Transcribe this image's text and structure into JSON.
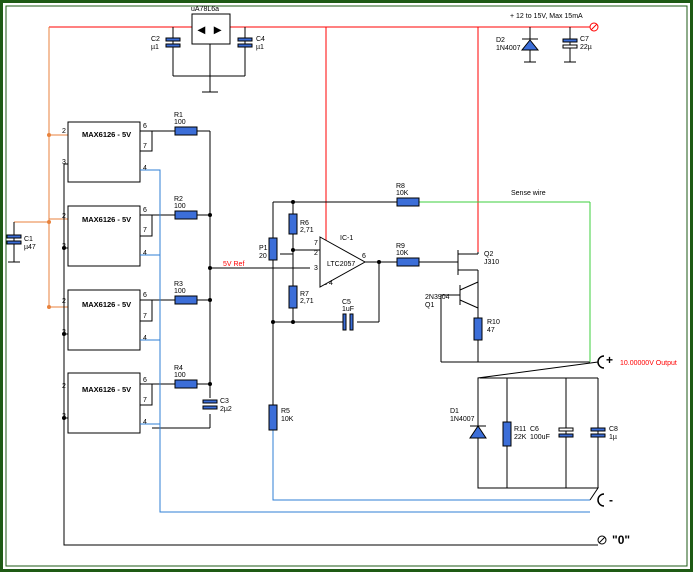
{
  "supply": {
    "label": "+ 12 to 15V, Max 15mA",
    "regulator": "uA78L6a"
  },
  "references": {
    "ic_label": "MAX6126 - 5V",
    "pins": [
      "6",
      "7",
      "2",
      "3",
      "4"
    ],
    "ref_label": "5V Ref"
  },
  "components": {
    "R1": {
      "name": "R1",
      "value": "100"
    },
    "R2": {
      "name": "R2",
      "value": "100"
    },
    "R3": {
      "name": "R3",
      "value": "100"
    },
    "R4": {
      "name": "R4",
      "value": "100"
    },
    "R5": {
      "name": "R5",
      "value": "10K"
    },
    "R6": {
      "name": "R6",
      "value": "2,71"
    },
    "R7": {
      "name": "R7",
      "value": "2,71"
    },
    "R8": {
      "name": "R8",
      "value": "10K"
    },
    "R9": {
      "name": "R9",
      "value": "10K"
    },
    "R10": {
      "name": "R10",
      "value": "47"
    },
    "R11": {
      "name": "R11",
      "value": "22K"
    },
    "P1": {
      "name": "P1",
      "value": "20"
    },
    "C1": {
      "name": "C1",
      "value": "µ47"
    },
    "C2": {
      "name": "C2",
      "value": "µ1"
    },
    "C3": {
      "name": "C3",
      "value": "2µ2"
    },
    "C4": {
      "name": "C4",
      "value": "µ1"
    },
    "C5": {
      "name": "C5",
      "value": "1uF"
    },
    "C6": {
      "name": "C6",
      "value": "100uF"
    },
    "C7": {
      "name": "C7",
      "value": "22µ"
    },
    "C8": {
      "name": "C8",
      "value": "1µ"
    },
    "D1": {
      "name": "D1",
      "value": "1N4007"
    },
    "D2": {
      "name": "D2",
      "value": "1N4007"
    },
    "Q1": {
      "name": "Q1",
      "value": "2N3904"
    },
    "Q2": {
      "name": "Q2",
      "value": "J310"
    },
    "IC1": {
      "name": "IC-1",
      "value": "LTC2057",
      "pins": [
        "7",
        "2",
        "3",
        "4",
        "6"
      ]
    }
  },
  "labels": {
    "sense_wire": "Sense wire",
    "output": "10.00000V Output",
    "plus": "+",
    "minus": "-",
    "zero": "\"0\""
  },
  "colors": {
    "border": "#1e5a14",
    "wire": "#000000",
    "supply_wire": "#ff0000",
    "input_wire": "#e8823c",
    "ground_wire": "#2f7fd6",
    "sense_wire": "#3ccf3c",
    "component_fill": "#3c6ed8"
  }
}
